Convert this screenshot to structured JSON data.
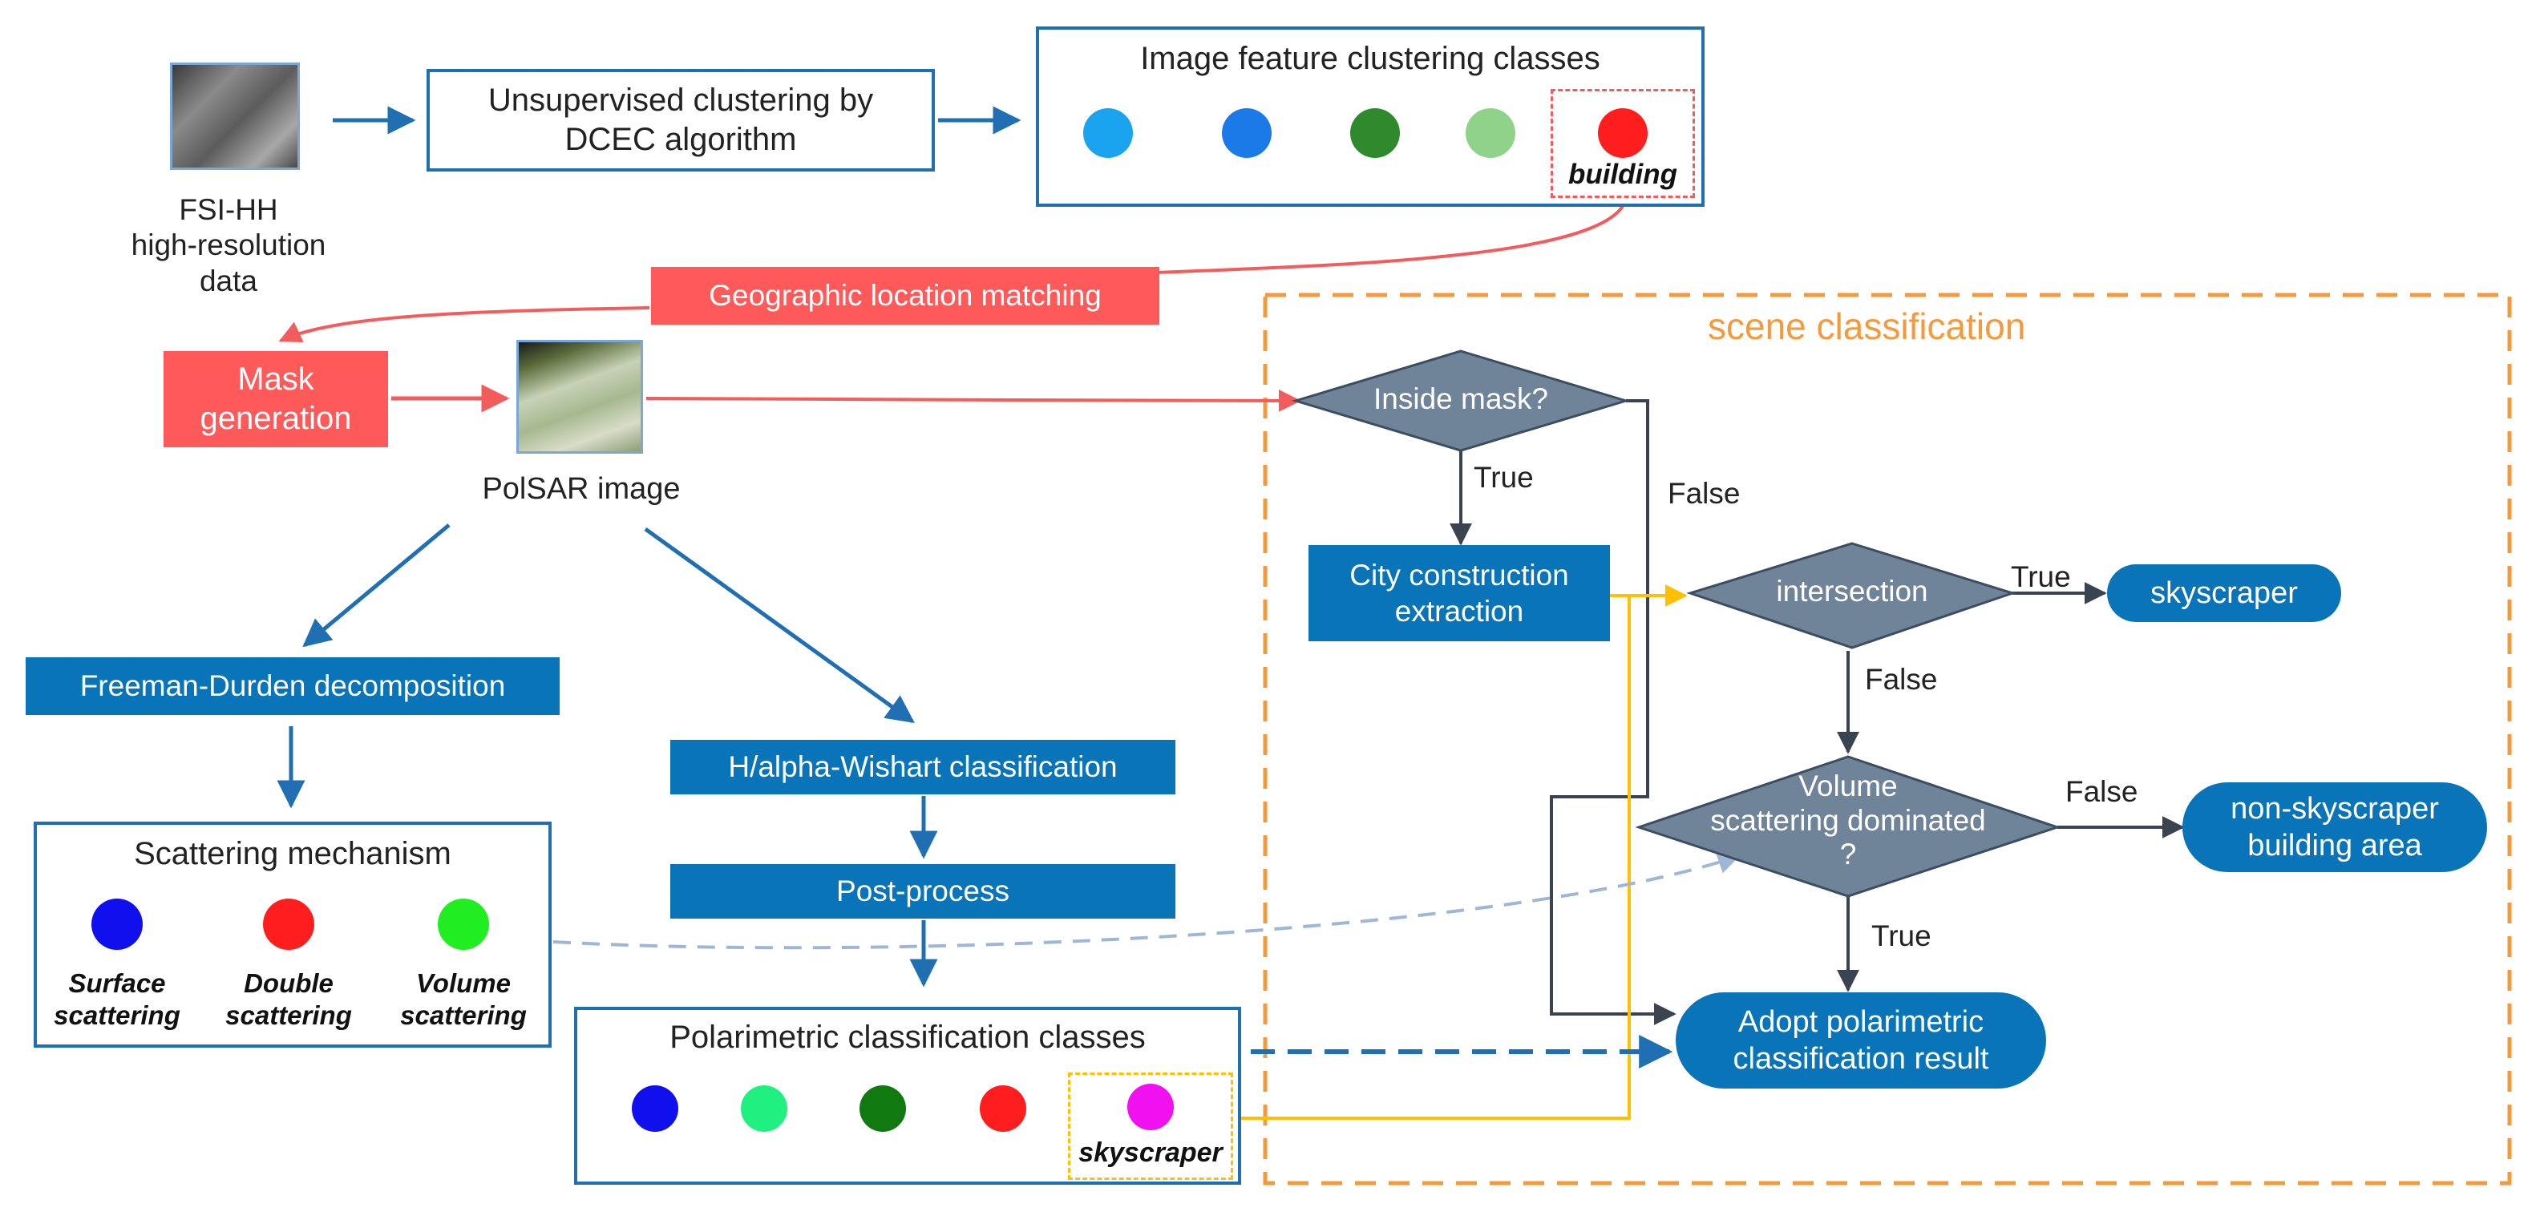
{
  "colors": {
    "blue_line": "#1f6fb2",
    "red_line": "#f25c5c",
    "orange": "#f39a3d",
    "yellow_line": "#ffc000",
    "node_blue": "#0a74b8",
    "diamond": "#6f8399"
  },
  "input": {
    "label": "FSI-HH\nhigh-resolution\ndata"
  },
  "dcec_box": {
    "label": "Unsupervised clustering by\nDCEC algorithm"
  },
  "feature_classes": {
    "title": "Image feature clustering classes",
    "dot_colors": [
      "#1aa3ee",
      "#1c7ae8",
      "#2f8a2e",
      "#8fd38a",
      "#ff1e1e"
    ],
    "highlight_label": "building"
  },
  "geo_match": {
    "label": "Geographic location matching"
  },
  "mask_box": {
    "label": "Mask\ngeneration"
  },
  "polsar": {
    "label": "PolSAR image"
  },
  "freeman": {
    "label": "Freeman-Durden decomposition"
  },
  "scattering": {
    "title": "Scattering mechanism",
    "items": [
      {
        "color": "#1010ee",
        "label": "Surface\nscattering"
      },
      {
        "color": "#ff1e1e",
        "label": "Double\nscattering"
      },
      {
        "color": "#20ee20",
        "label": "Volume\nscattering"
      }
    ]
  },
  "halpha": {
    "label": "H/alpha-Wishart classification"
  },
  "postprocess": {
    "label": "Post-process"
  },
  "pol_classes": {
    "title": "Polarimetric classification classes",
    "dot_colors": [
      "#1010ee",
      "#20f080",
      "#107a10",
      "#ff1e1e",
      "#f010f0"
    ],
    "highlight_label": "skyscraper"
  },
  "scene": {
    "title": "scene classification",
    "inside_mask": "Inside mask?",
    "city_extraction": "City construction\nextraction",
    "intersection": "intersection",
    "skyscraper": "skyscraper",
    "volume_dominated": "Volume\nscattering dominated\n?",
    "non_skyscraper": "non-skyscraper\nbuilding area",
    "adopt": "Adopt polarimetric\nclassification result",
    "label_true": "True",
    "label_false": "False"
  }
}
